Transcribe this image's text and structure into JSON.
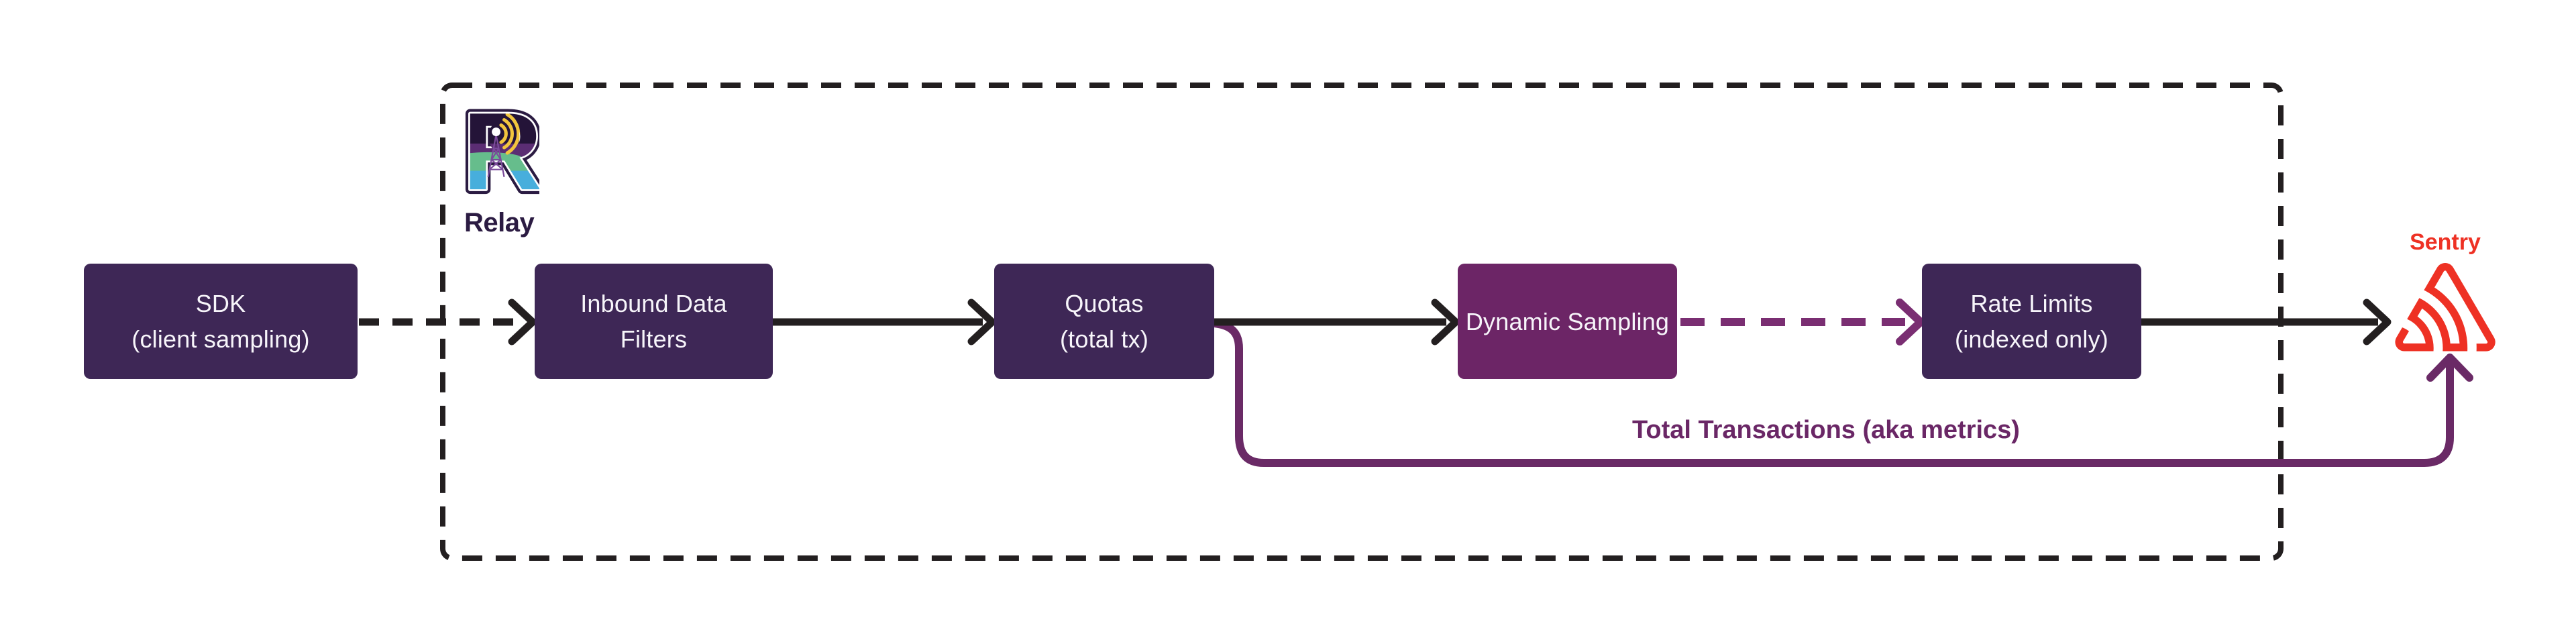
{
  "relay": {
    "label": "Relay"
  },
  "sentry": {
    "label": "Sentry"
  },
  "nodes": [
    {
      "id": "sdk",
      "line1": "SDK",
      "line2": "(client sampling)"
    },
    {
      "id": "inbound-data-filters",
      "line1": "Inbound Data",
      "line2": "Filters"
    },
    {
      "id": "quotas",
      "line1": "Quotas",
      "line2": "(total tx)"
    },
    {
      "id": "dynamic-sampling",
      "line1": "Dynamic Sampling",
      "line2": ""
    },
    {
      "id": "rate-limits",
      "line1": "Rate Limits",
      "line2": "(indexed only)"
    }
  ],
  "edges": {
    "metrics_label": "Total Transactions (aka metrics)"
  },
  "colors": {
    "node_fill": "#3E2756",
    "highlight_fill": "#6C2566",
    "edge_black": "#231F20",
    "edge_purple": "#6A2A66",
    "edge_purple_dashed": "#7A2E72",
    "metrics_label_purple": "#6A2766",
    "sentry_red": "#EE3124",
    "relay_text": "#2B1B42"
  }
}
